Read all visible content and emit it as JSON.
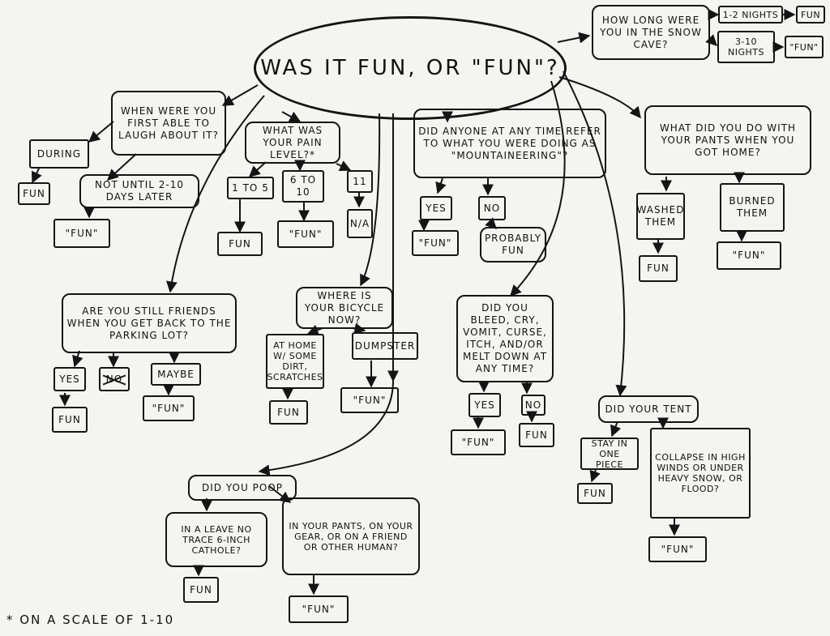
{
  "root": "Was it fun, or \"fun\"?",
  "snow_cave": {
    "question": "How long were you in the snow cave?",
    "opt1": "1-2 nights",
    "out1": "Fun",
    "opt2": "3-10 nights",
    "out2": "\"Fun\""
  },
  "laugh": {
    "question": "When were you first able to laugh about it?",
    "opt1": "During",
    "out1": "Fun",
    "opt2": "Not until 2-10 days later",
    "out2": "\"Fun\""
  },
  "pain": {
    "question": "What was your pain level?*",
    "opt1": "1 to 5",
    "out1": "Fun",
    "opt2": "6 to 10",
    "out2": "\"Fun\"",
    "opt3": "11",
    "out3": "N/A"
  },
  "mountaineering": {
    "question": "Did anyone at any time refer to what you were doing as \"mountaineering\"?",
    "opt1": "Yes",
    "out1": "\"Fun\"",
    "opt2": "No",
    "out2": "Probably fun"
  },
  "pants": {
    "question": "What did you do with your pants when you got home?",
    "opt1": "Washed them",
    "out1": "Fun",
    "opt2": "Burned them",
    "out2": "\"Fun\""
  },
  "friends": {
    "question": "Are you still friends when you get back to the parking lot?",
    "opt1": "Yes",
    "out1": "Fun",
    "opt2": "No",
    "opt3": "Maybe",
    "out3": "\"Fun\""
  },
  "bicycle": {
    "question": "Where is your bicycle now?",
    "opt1": "At home w/ some dirt, scratches",
    "out1": "Fun",
    "opt2": "Dumpster",
    "out2": "\"Fun\""
  },
  "bleed": {
    "question": "Did you bleed, cry, vomit, curse, itch, and/or melt down at any time?",
    "opt1": "Yes",
    "out1": "\"Fun\"",
    "opt2": "No",
    "out2": "Fun"
  },
  "tent": {
    "question": "Did your tent",
    "opt1": "Stay in one piece",
    "out1": "Fun",
    "opt2": "Collapse in high winds or under heavy snow, or flood?",
    "out2": "\"Fun\""
  },
  "poop": {
    "question": "Did you poop",
    "opt1": "In a leave no trace 6-inch cathole?",
    "out1": "Fun",
    "opt2": "In your pants, on your gear, or on a friend or other human?",
    "out2": "\"Fun\""
  },
  "footnote": "* On a scale of 1-10"
}
